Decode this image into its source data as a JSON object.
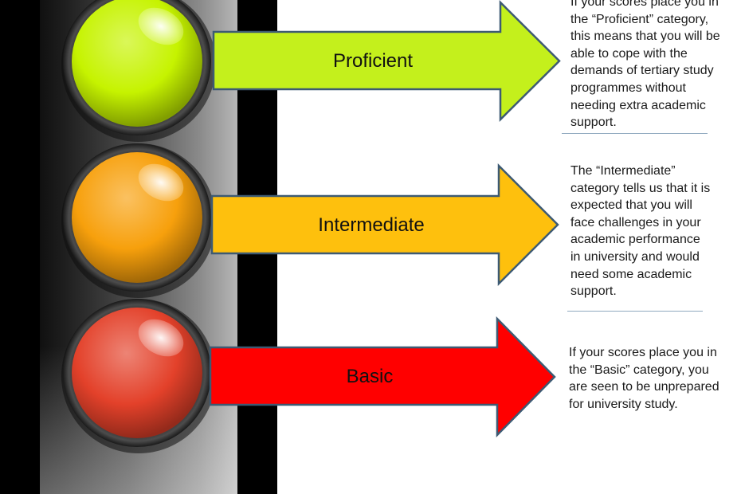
{
  "levels": [
    {
      "label": "Proficient",
      "lamp_color": "#c6f300",
      "arrow_color": "#c4f01c",
      "description_lines": [
        "If your scores place you in",
        "the “Proficient” category,",
        "this means that you will be",
        "able to cope with the",
        "demands of tertiary study",
        "programmes without",
        "needing extra academic",
        "support."
      ]
    },
    {
      "label": "Intermediate",
      "lamp_color": "#f7a00c",
      "arrow_color": "#fec00d",
      "description_lines": [
        "The “Intermediate”",
        "category tells us that it is",
        "expected that you will",
        "face challenges in your",
        "academic performance",
        "in university and would",
        "need some academic",
        "support."
      ]
    },
    {
      "label": "Basic",
      "lamp_color": "#e3412a",
      "arrow_color": "#ff0000",
      "description_lines": [
        "If your scores place you in",
        "the “Basic” category, you",
        "are seen to be unprepared",
        "for university study."
      ]
    }
  ]
}
